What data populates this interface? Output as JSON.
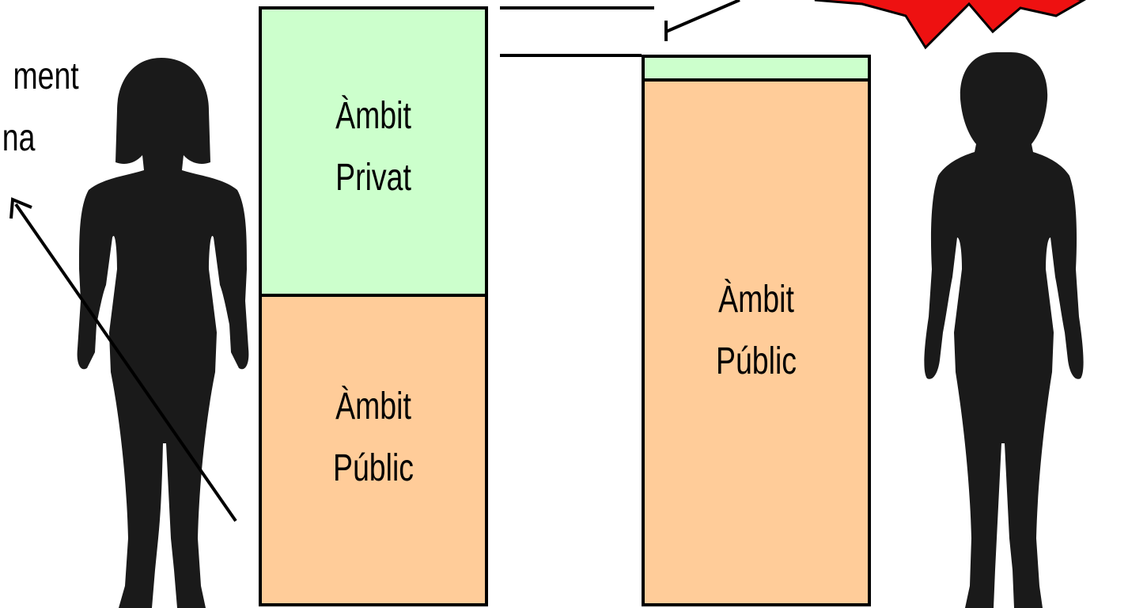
{
  "colors": {
    "private_fill": "#ccffcc",
    "public_fill": "#ffcc99",
    "burst": "#ee1111",
    "silhouette": "#1a1a1a",
    "outline": "#000000"
  },
  "left_text": {
    "line1": "ment",
    "line2": "na"
  },
  "left_bar": {
    "top_label_line1": "Àmbit",
    "top_label_line2": "Privat",
    "bottom_label_line1": "Àmbit",
    "bottom_label_line2": "Públic"
  },
  "right_bar": {
    "label_line1": "Àmbit",
    "label_line2": "Públic"
  },
  "icons": {
    "left_figure": "woman-silhouette-icon",
    "right_figure": "woman-silhouette-icon",
    "burst": "explosion-burst-icon"
  }
}
